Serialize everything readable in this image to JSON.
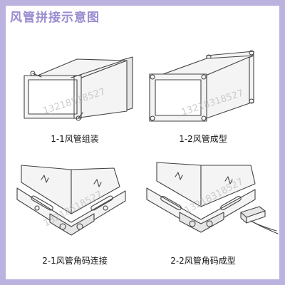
{
  "title": "风管拼接示意图",
  "panels": [
    {
      "caption": "1-1风管组装",
      "watermark": "13218518527"
    },
    {
      "caption": "1-2风管成型",
      "watermark": "13218318527"
    },
    {
      "caption": "2-1风管角码连接",
      "watermark": "13218518527"
    },
    {
      "caption": "2-2风管角码成型",
      "watermark": "13218318527"
    }
  ],
  "colors": {
    "title": "#9a8cd0",
    "border": "#bcb2e0",
    "line": "#444444"
  }
}
